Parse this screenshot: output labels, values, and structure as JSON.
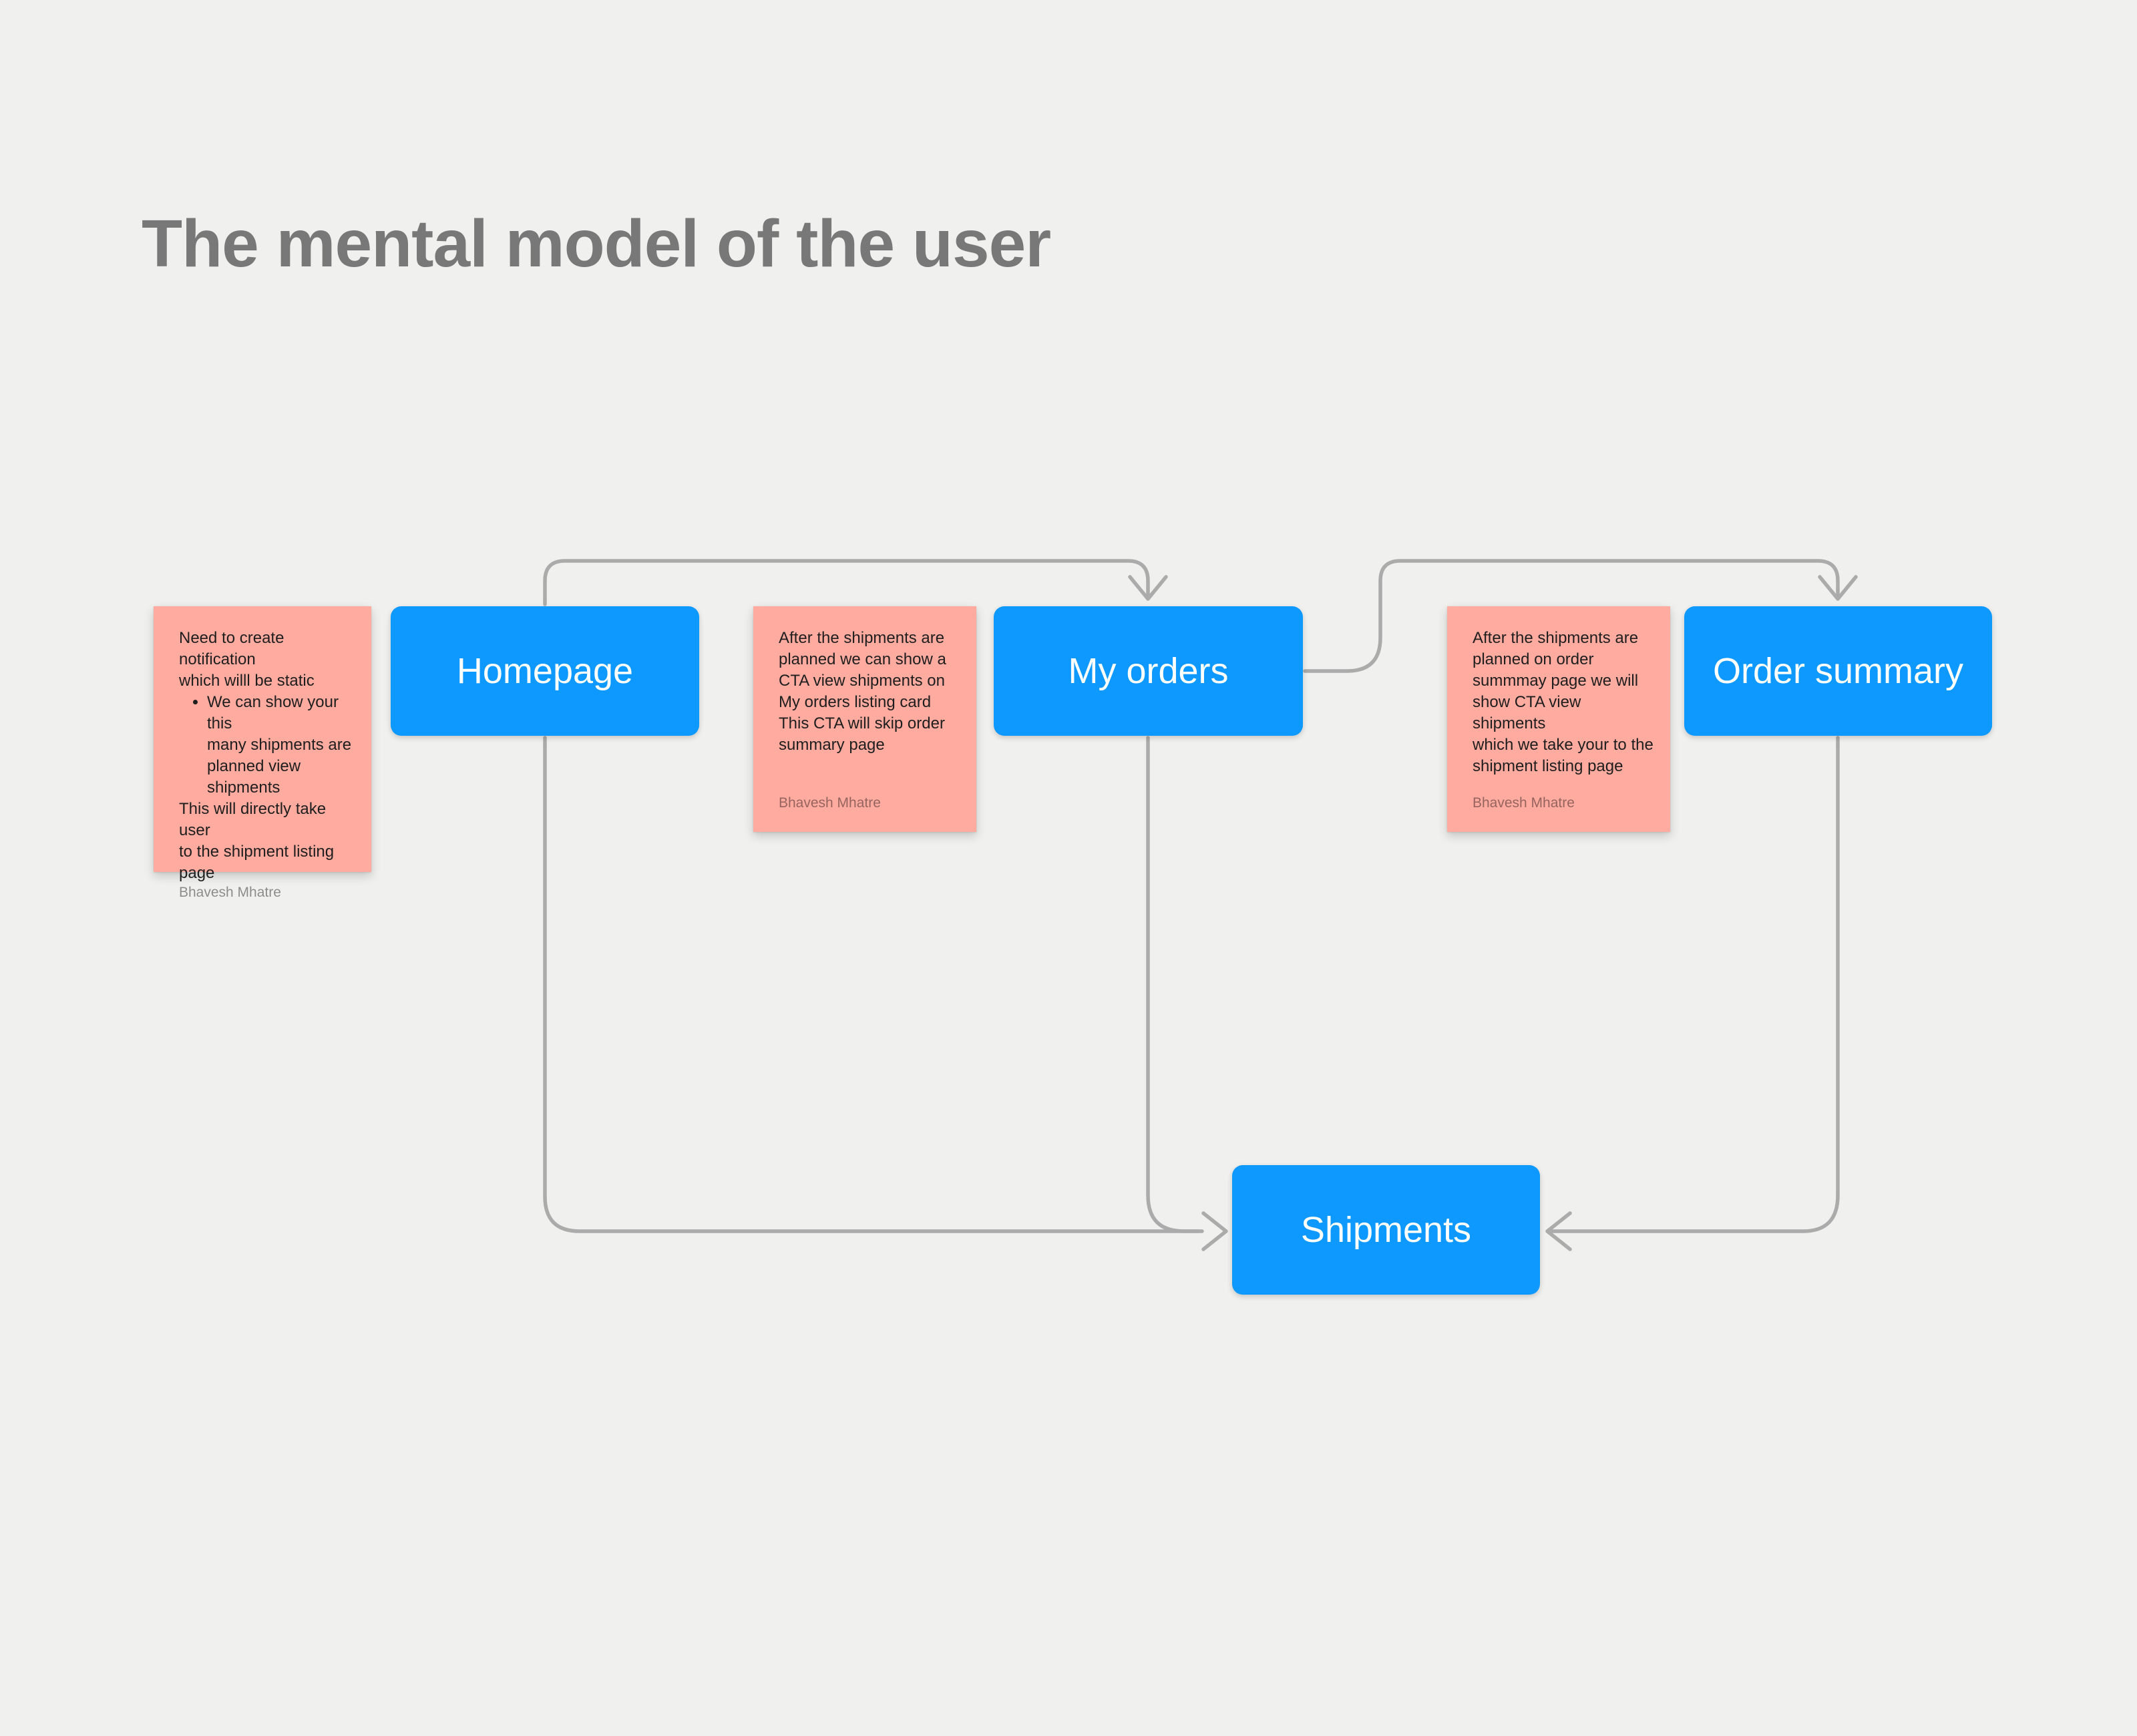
{
  "canvas": {
    "title": "The mental model of the user"
  },
  "colors": {
    "background": "#F0F0EE",
    "title_text": "#787878",
    "node_fill": "#0D99FF",
    "node_text": "#FFFFFF",
    "sticky_fill": "#FFABA0",
    "sticky_text": "#1E1E1E",
    "sticky_author_text": "rgba(0,0,0,0.42)",
    "connector": "#ABABAB"
  },
  "nodes": [
    {
      "label": "Homepage"
    },
    {
      "label": "My orders"
    },
    {
      "label": "Order summary"
    },
    {
      "label": "Shipments"
    }
  ],
  "stickies": [
    {
      "text_before": "Need to create notification\nwhich willl be static",
      "bullet": "We can show your this\nmany shipments are\nplanned view\nshipments",
      "text_after": "This will directly take user\nto the shipment listing\npage",
      "author": "Bhavesh Mhatre"
    },
    {
      "text": "After the shipments are\nplanned we can show a\nCTA view shipments on\nMy orders listing card\nThis CTA will skip order\nsummary page",
      "author": "Bhavesh Mhatre"
    },
    {
      "text": "After the shipments are\nplanned on order\nsummmay page we will\nshow CTA view shipments\nwhich we take your to the\nshipment listing page",
      "author": "Bhavesh Mhatre"
    }
  ]
}
